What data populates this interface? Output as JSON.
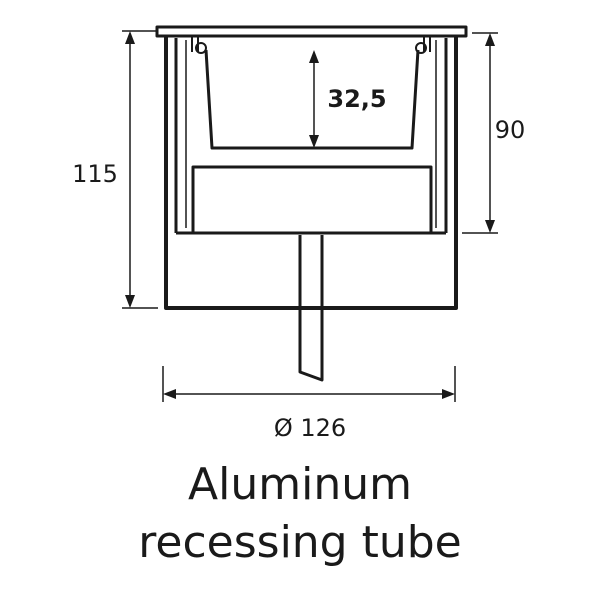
{
  "dimensions": {
    "total_height": "115",
    "tube_depth": "90",
    "inner_depth": "32,5",
    "diameter": "Ø 126"
  },
  "caption": {
    "line1": "Aluminum",
    "line2": "recessing tube"
  },
  "colors": {
    "line": "#1a1a1a",
    "background": "#ffffff"
  }
}
